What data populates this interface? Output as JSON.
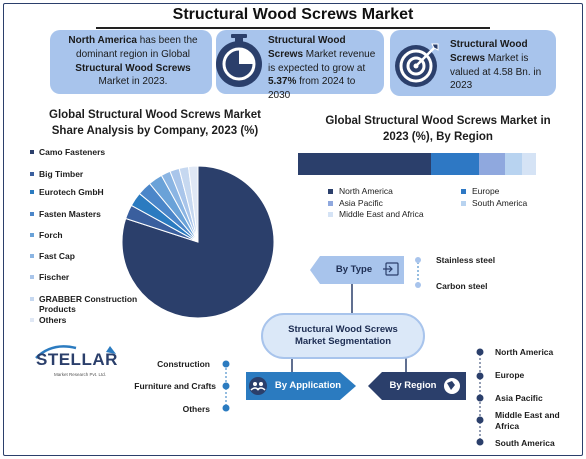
{
  "title": "Structural Wood Screws Market",
  "cards": [
    {
      "p1": "North America",
      "p2": " has been the dominant region in Global ",
      "p3": "Structural Wood Screws",
      "p4": " Market in 2023."
    },
    {
      "p1": "Structural Wood Screws",
      "p2": " Market revenue is expected to grow at ",
      "p3": "5.37%",
      "p4": " from 2024 to 2030"
    },
    {
      "p1": "Structural Wood Screws",
      "p2": " Market is valued at 4.58 Bn. in 2023"
    }
  ],
  "colors": {
    "navy": "#2b3f6b",
    "card_blue": "#a8c4ec",
    "accent_blue": "#2b7bc0"
  },
  "chart_data": [
    {
      "type": "pie",
      "title": "Global Structural Wood Screws Market Share Analysis by Company, 2023 (%)",
      "categories": [
        "Camo Fasteners",
        "Big Timber",
        "Eurotech GmbH",
        "Fasten Masters",
        "Forch",
        "Fast Cap",
        "Fischer",
        "GRABBER Construction Products",
        "Others"
      ],
      "values": [
        80,
        3,
        3,
        3,
        3,
        2,
        2,
        2,
        2
      ],
      "colors": [
        "#2b3f6b",
        "#3a5f9e",
        "#2b7bc0",
        "#4b86c9",
        "#6aa2d8",
        "#8bb5e3",
        "#a9c5ea",
        "#c6d8f0",
        "#e0e8f5"
      ]
    },
    {
      "type": "bar",
      "stacked": true,
      "title": "Global Structural Wood Screws Market in 2023 (%), By Region",
      "categories": [
        "North America",
        "Europe",
        "Asia Pacific",
        "South America",
        "Middle East and Africa"
      ],
      "values": [
        56,
        20,
        11,
        7,
        6
      ],
      "colors": [
        "#2b3f6b",
        "#2e78c4",
        "#8fa8de",
        "#b8d3f0",
        "#d5e3f5"
      ]
    }
  ],
  "segmentation": {
    "center": "Structural Wood Screws Market Segmentation",
    "by_type": {
      "label": "By Type",
      "items": [
        "Stainless steel",
        "Carbon steel"
      ]
    },
    "by_application": {
      "label": "By Application",
      "items": [
        "Construction",
        "Furniture and Crafts",
        "Others"
      ]
    },
    "by_region": {
      "label": "By Region",
      "items": [
        "North America",
        "Europe",
        "Asia Pacific",
        "Middle East and Africa",
        "South America"
      ]
    }
  },
  "logo": {
    "name": "STELLAR",
    "tagline": "Market Research Pvt. Ltd."
  }
}
